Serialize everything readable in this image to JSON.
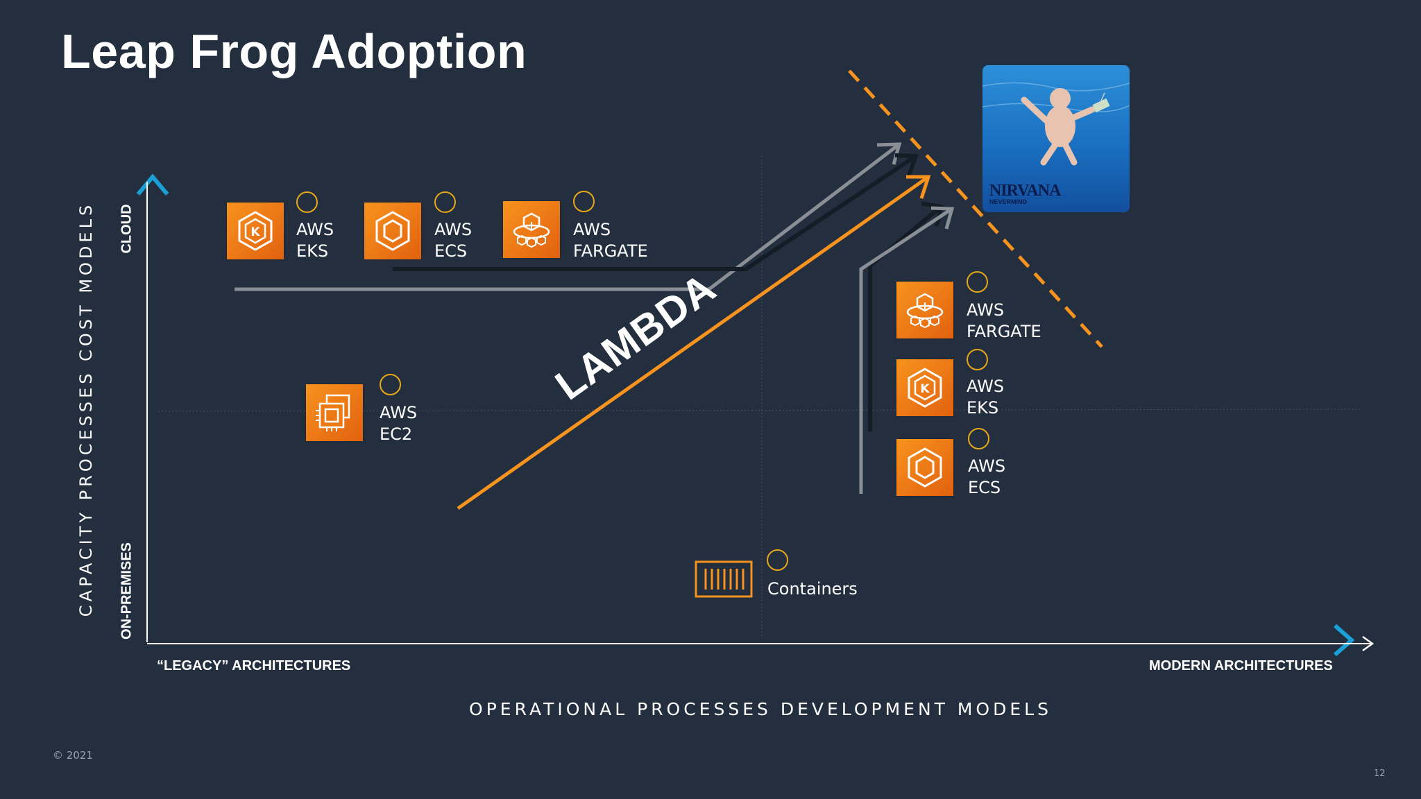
{
  "slide": {
    "title": "Leap Frog Adoption",
    "copyright": "© 2021",
    "page_number": "12"
  },
  "axes": {
    "y_title": "CAPACITY PROCESSES COST MODELS",
    "y_top_label": "CLOUD",
    "y_bottom_label": "ON-PREMISES",
    "x_title": "OPERATIONAL PROCESSES DEVELOPMENT MODELS",
    "x_left_label": "“LEGACY” ARCHITECTURES",
    "x_right_label": "MODERN ARCHITECTURES"
  },
  "services_top": [
    {
      "line1": "AWS",
      "line2": "EKS",
      "icon": "eks-icon"
    },
    {
      "line1": "AWS",
      "line2": "ECS",
      "icon": "ecs-icon"
    },
    {
      "line1": "AWS",
      "line2": "FARGATE",
      "icon": "fargate-icon"
    }
  ],
  "service_ec2": {
    "line1": "AWS",
    "line2": "EC2",
    "icon": "ec2-icon"
  },
  "services_right": [
    {
      "line1": "AWS",
      "line2": "FARGATE",
      "icon": "fargate-icon"
    },
    {
      "line1": "AWS",
      "line2": "EKS",
      "icon": "eks-icon"
    },
    {
      "line1": "AWS",
      "line2": "ECS",
      "icon": "ecs-icon"
    }
  ],
  "containers": {
    "label": "Containers",
    "icon": "container-icon"
  },
  "lambda": {
    "label": "LAMBDA"
  },
  "album": {
    "word": "NIRVANA",
    "subtitle": "NEVERMIND"
  },
  "colors": {
    "background": "#232f3e",
    "orange": "#f7931e",
    "dashed_line": "#f7931e",
    "gray_arrow": "#8a8f96",
    "dark_arrow": "#141c26",
    "axis_start": "#1f8a1f",
    "axis_end": "#1a9fd6"
  }
}
